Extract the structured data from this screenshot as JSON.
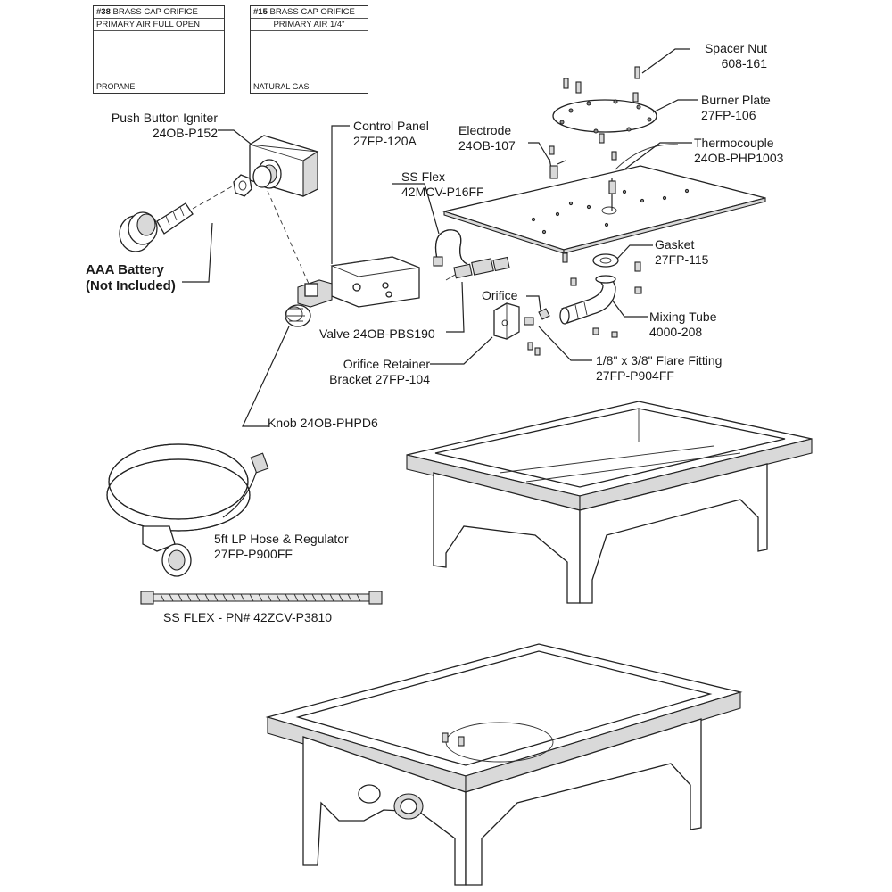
{
  "insets": [
    {
      "title_bold": "#38",
      "title_rest": " BRASS CAP ORIFICE",
      "row2": "PRIMARY AIR FULL OPEN",
      "foot": "PROPANE"
    },
    {
      "title_bold": "#15",
      "title_rest": " BRASS CAP ORIFICE",
      "row2": "PRIMARY AIR 1/4\"",
      "foot": "NATURAL GAS"
    }
  ],
  "labels": {
    "spacer_nut": {
      "name": "Spacer Nut",
      "pn": "608-161"
    },
    "burner_plate": {
      "name": "Burner Plate",
      "pn": "27FP-106"
    },
    "thermocouple": {
      "name": "Thermocouple",
      "pn": "24OB-PHP1003"
    },
    "gasket": {
      "name": "Gasket",
      "pn": "27FP-115"
    },
    "mixing_tube": {
      "name": "Mixing Tube",
      "pn": "4000-208"
    },
    "flare_fitting": {
      "name": "1/8\" x 3/8\" Flare Fitting",
      "pn": "27FP-P904FF"
    },
    "orifice": {
      "name": "Orifice"
    },
    "electrode": {
      "name": "Electrode",
      "pn": "24OB-107"
    },
    "ss_flex": {
      "name": "SS Flex",
      "pn": "42MCV-P16FF"
    },
    "control_panel": {
      "name": "Control Panel",
      "pn": "27FP-120A"
    },
    "push_button_igniter": {
      "name": "Push Button Igniter",
      "pn": "24OB-P152"
    },
    "aaa_battery": {
      "line1": "AAA Battery",
      "line2": "(Not Included)"
    },
    "valve": {
      "name": "Valve 24OB-PBS190"
    },
    "orifice_retainer": {
      "line1": "Orifice Retainer",
      "line2": "Bracket 27FP-104"
    },
    "knob": {
      "name": "Knob 24OB-PHPD6"
    },
    "lp_hose": {
      "name": "5ft LP Hose & Regulator",
      "pn": "27FP-P900FF"
    },
    "ss_flex_pn": {
      "name": "SS FLEX - PN# 42ZCV-P3810"
    }
  }
}
